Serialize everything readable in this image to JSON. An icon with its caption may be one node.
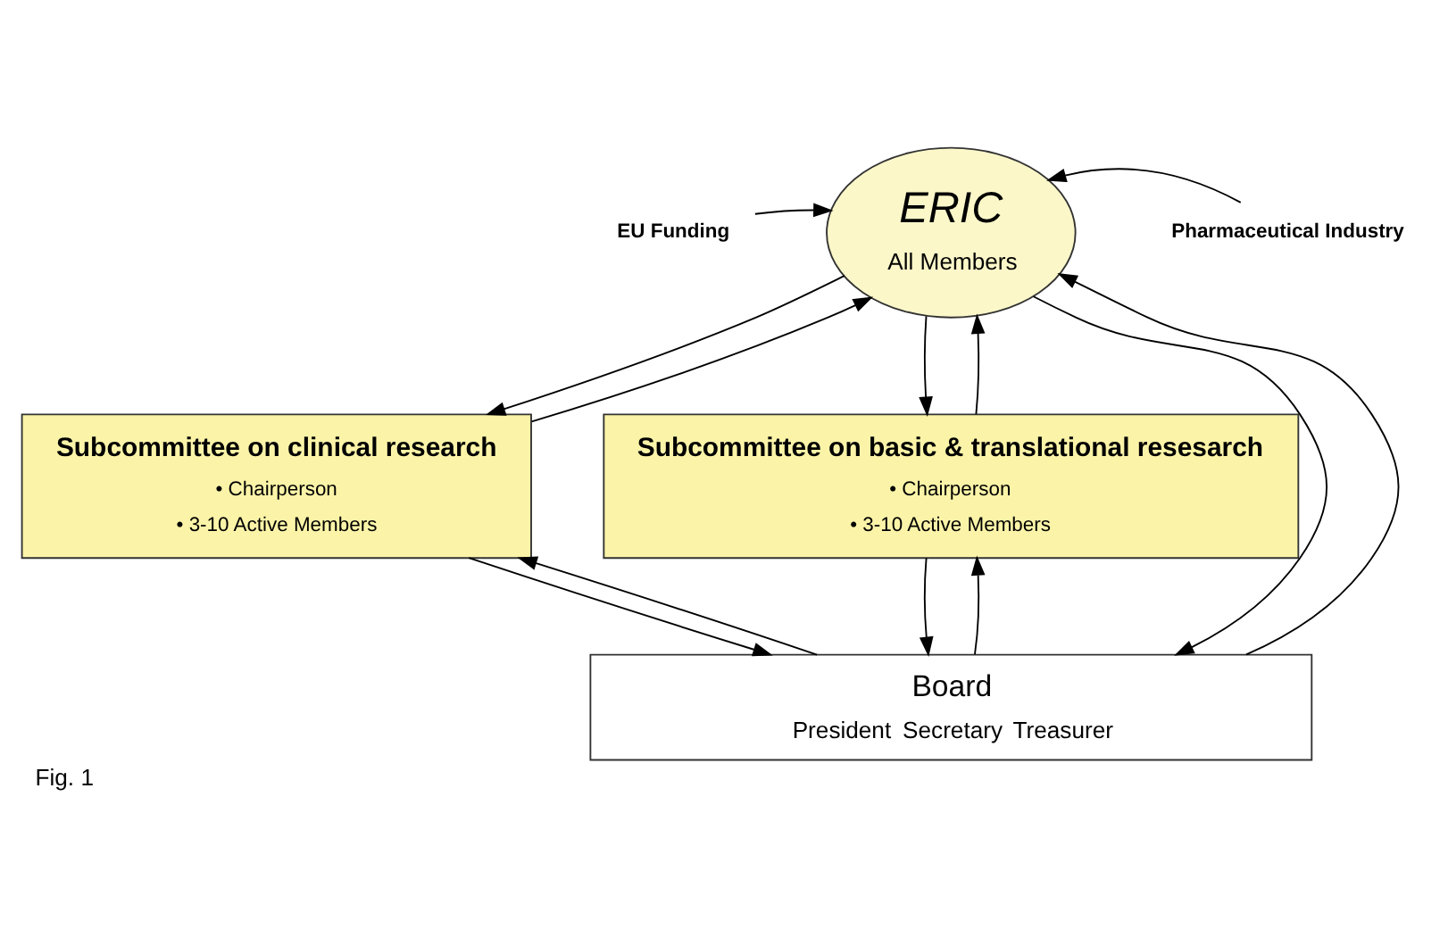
{
  "diagram": {
    "caption": "Fig. 1",
    "nodes": [
      {
        "text": [
          "ERIC",
          "All Members"
        ]
      },
      {
        "text": [
          "EU Funding"
        ]
      },
      {
        "text": [
          "Pharmaceutical Industry"
        ]
      },
      {
        "text": [
          "Subcommittee on clinical research",
          "• Chairperson",
          "• 3-10 Active Members"
        ]
      },
      {
        "text": [
          "Subcommittee on basic & translational resesarch",
          "• Chairperson",
          "• 3-10 Active Members"
        ]
      },
      {
        "text": [
          "Board",
          "President",
          "Secretary",
          "Treasurer"
        ]
      }
    ],
    "edges": [
      {
        "from": 1,
        "to": 0,
        "arrow": "to"
      },
      {
        "from": 2,
        "to": 0,
        "arrow": "to"
      },
      {
        "from": 3,
        "to": 0,
        "arrow": "to"
      },
      {
        "from": 0,
        "to": 3,
        "arrow": "to"
      },
      {
        "from": 4,
        "to": 0,
        "arrow": "to"
      },
      {
        "from": 0,
        "to": 4,
        "arrow": "to"
      },
      {
        "from": 5,
        "to": 0,
        "arrow": "to"
      },
      {
        "from": 0,
        "to": 5,
        "arrow": "to"
      },
      {
        "from": 5,
        "to": 3,
        "arrow": "to"
      },
      {
        "from": 3,
        "to": 5,
        "arrow": "to"
      },
      {
        "from": 4,
        "to": 5,
        "arrow": "to"
      },
      {
        "from": 5,
        "to": 4,
        "arrow": "to"
      }
    ]
  }
}
